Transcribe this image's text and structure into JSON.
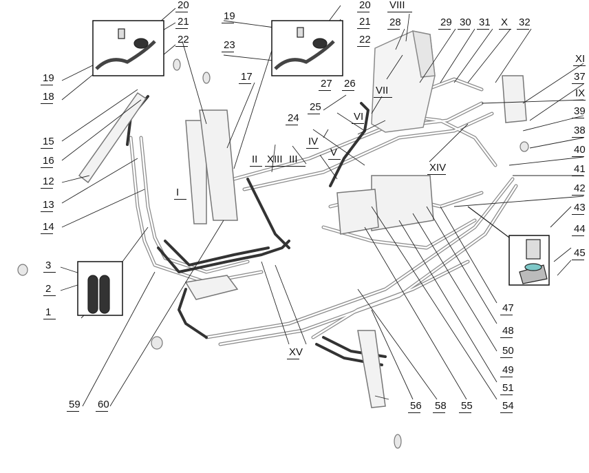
{
  "figure": {
    "callouts": [
      "1",
      "2",
      "3",
      "12",
      "13",
      "14",
      "15",
      "16",
      "17",
      "18",
      "19",
      "20",
      "21",
      "22",
      "23",
      "24",
      "25",
      "26",
      "27",
      "28",
      "29",
      "30",
      "31",
      "32",
      "37",
      "38",
      "39",
      "40",
      "41",
      "42",
      "43",
      "44",
      "45",
      "47",
      "48",
      "49",
      "50",
      "51",
      "54",
      "55",
      "56",
      "58",
      "59",
      "60"
    ],
    "view_markers": [
      "I",
      "II",
      "III",
      "IV",
      "V",
      "VI",
      "VII",
      "VIII",
      "IX",
      "X",
      "XI",
      "XIII",
      "XIV",
      "XV"
    ],
    "label_text": {
      "n1": "1",
      "n2": "2",
      "n3": "3",
      "n12": "12",
      "n13": "13",
      "n14": "14",
      "n15": "15",
      "n16": "16",
      "n17": "17",
      "n18": "18",
      "n19a": "19",
      "n19b": "19",
      "n20a": "20",
      "n20b": "20",
      "n21a": "21",
      "n21b": "21",
      "n22a": "22",
      "n22b": "22",
      "n23": "23",
      "n24": "24",
      "n25": "25",
      "n26": "26",
      "n27": "27",
      "n28": "28",
      "n29": "29",
      "n30": "30",
      "n31": "31",
      "n32": "32",
      "n37": "37",
      "n38": "38",
      "n39": "39",
      "n40": "40",
      "n41": "41",
      "n42": "42",
      "n43": "43",
      "n44": "44",
      "n45": "45",
      "n47": "47",
      "n48": "48",
      "n49": "49",
      "n50": "50",
      "n51": "51",
      "n54": "54",
      "n55": "55",
      "n56": "56",
      "n58": "58",
      "n59": "59",
      "n60": "60",
      "rI": "I",
      "rII": "II",
      "rIII": "III",
      "rIV": "IV",
      "rV": "V",
      "rVI": "VI",
      "rVII": "VII",
      "rVIII": "VIII",
      "rIX": "IX",
      "rX": "X",
      "rXI": "XI",
      "rXIII": "XIII",
      "rXIV": "XIV",
      "rXV": "XV"
    }
  }
}
